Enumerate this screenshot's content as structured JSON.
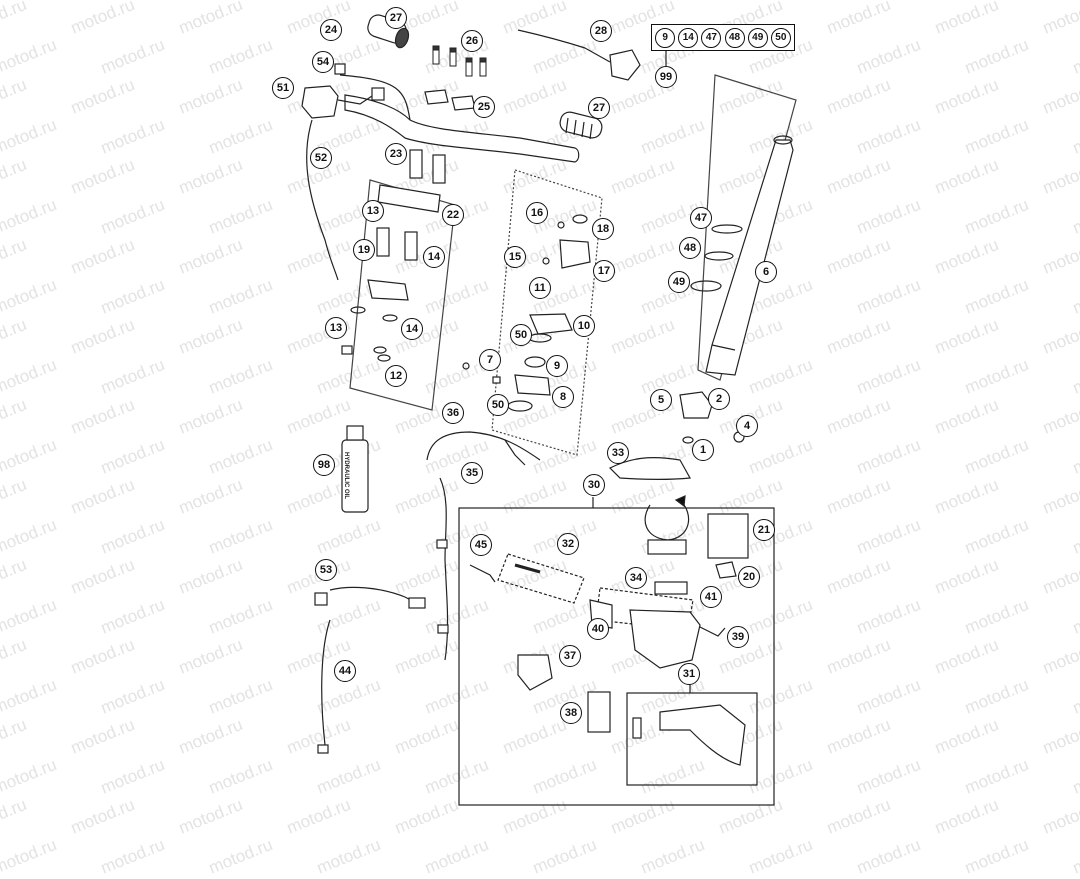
{
  "watermark_text": "motod.ru",
  "kit_box": {
    "items": [
      "9",
      "14",
      "47",
      "48",
      "49",
      "50"
    ],
    "kit_number": "99"
  },
  "bottle_label": "HYDRAULIC OIL",
  "callouts": {
    "c1": "1",
    "c2": "2",
    "c4": "4",
    "c5": "5",
    "c6": "6",
    "c7": "7",
    "c8": "8",
    "c9": "9",
    "c10": "10",
    "c11": "11",
    "c12": "12",
    "c13a": "13",
    "c13b": "13",
    "c14a": "14",
    "c14b": "14",
    "c15": "15",
    "c16": "16",
    "c17": "17",
    "c18": "18",
    "c19": "19",
    "c20": "20",
    "c21": "21",
    "c22": "22",
    "c23": "23",
    "c24": "24",
    "c25": "25",
    "c26": "26",
    "c27a": "27",
    "c27b": "27",
    "c28": "28",
    "c30": "30",
    "c31": "31",
    "c32": "32",
    "c33": "33",
    "c34": "34",
    "c35": "35",
    "c36": "36",
    "c37": "37",
    "c38": "38",
    "c39": "39",
    "c40": "40",
    "c41": "41",
    "c44": "44",
    "c45": "45",
    "c47": "47",
    "c48": "48",
    "c49": "49",
    "c50a": "50",
    "c50b": "50",
    "c51": "51",
    "c52": "52",
    "c53": "53",
    "c54": "54",
    "c98": "98"
  }
}
